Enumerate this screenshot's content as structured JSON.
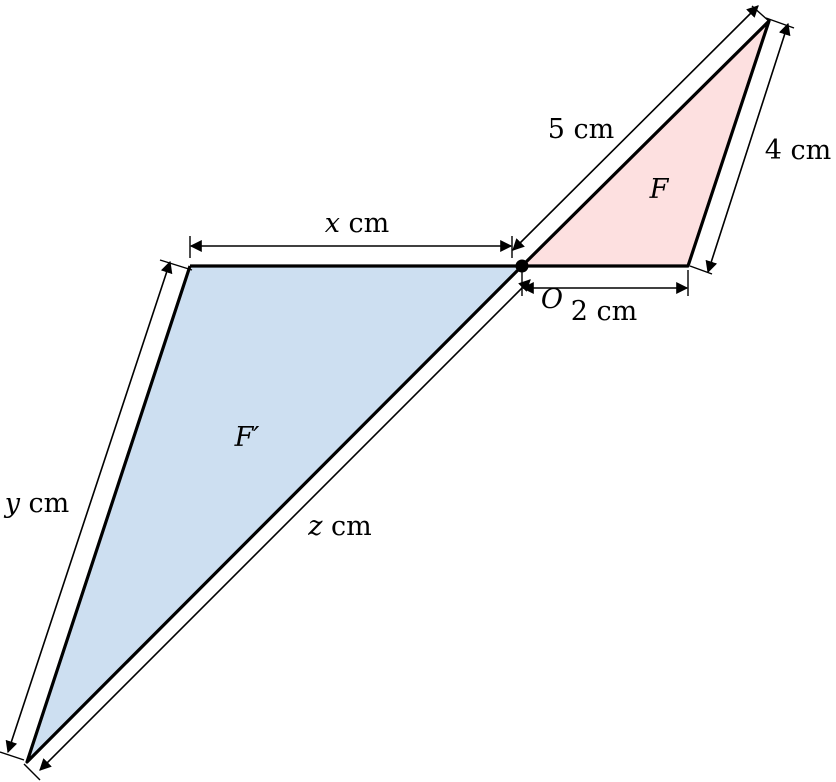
{
  "colors": {
    "small_fill": "#fde0e0",
    "large_fill": "#cddff1",
    "stroke": "#000000"
  },
  "small_triangle": {
    "name": "F",
    "side_top": "5 cm",
    "side_right": "4 cm",
    "side_bottom": "2 cm"
  },
  "large_triangle": {
    "name": "F′",
    "side_top": {
      "var": "x",
      "unit": " cm"
    },
    "side_left": {
      "var": "y",
      "unit": " cm"
    },
    "side_diag": {
      "var": "z",
      "unit": " cm"
    }
  },
  "center": {
    "name": "O"
  }
}
